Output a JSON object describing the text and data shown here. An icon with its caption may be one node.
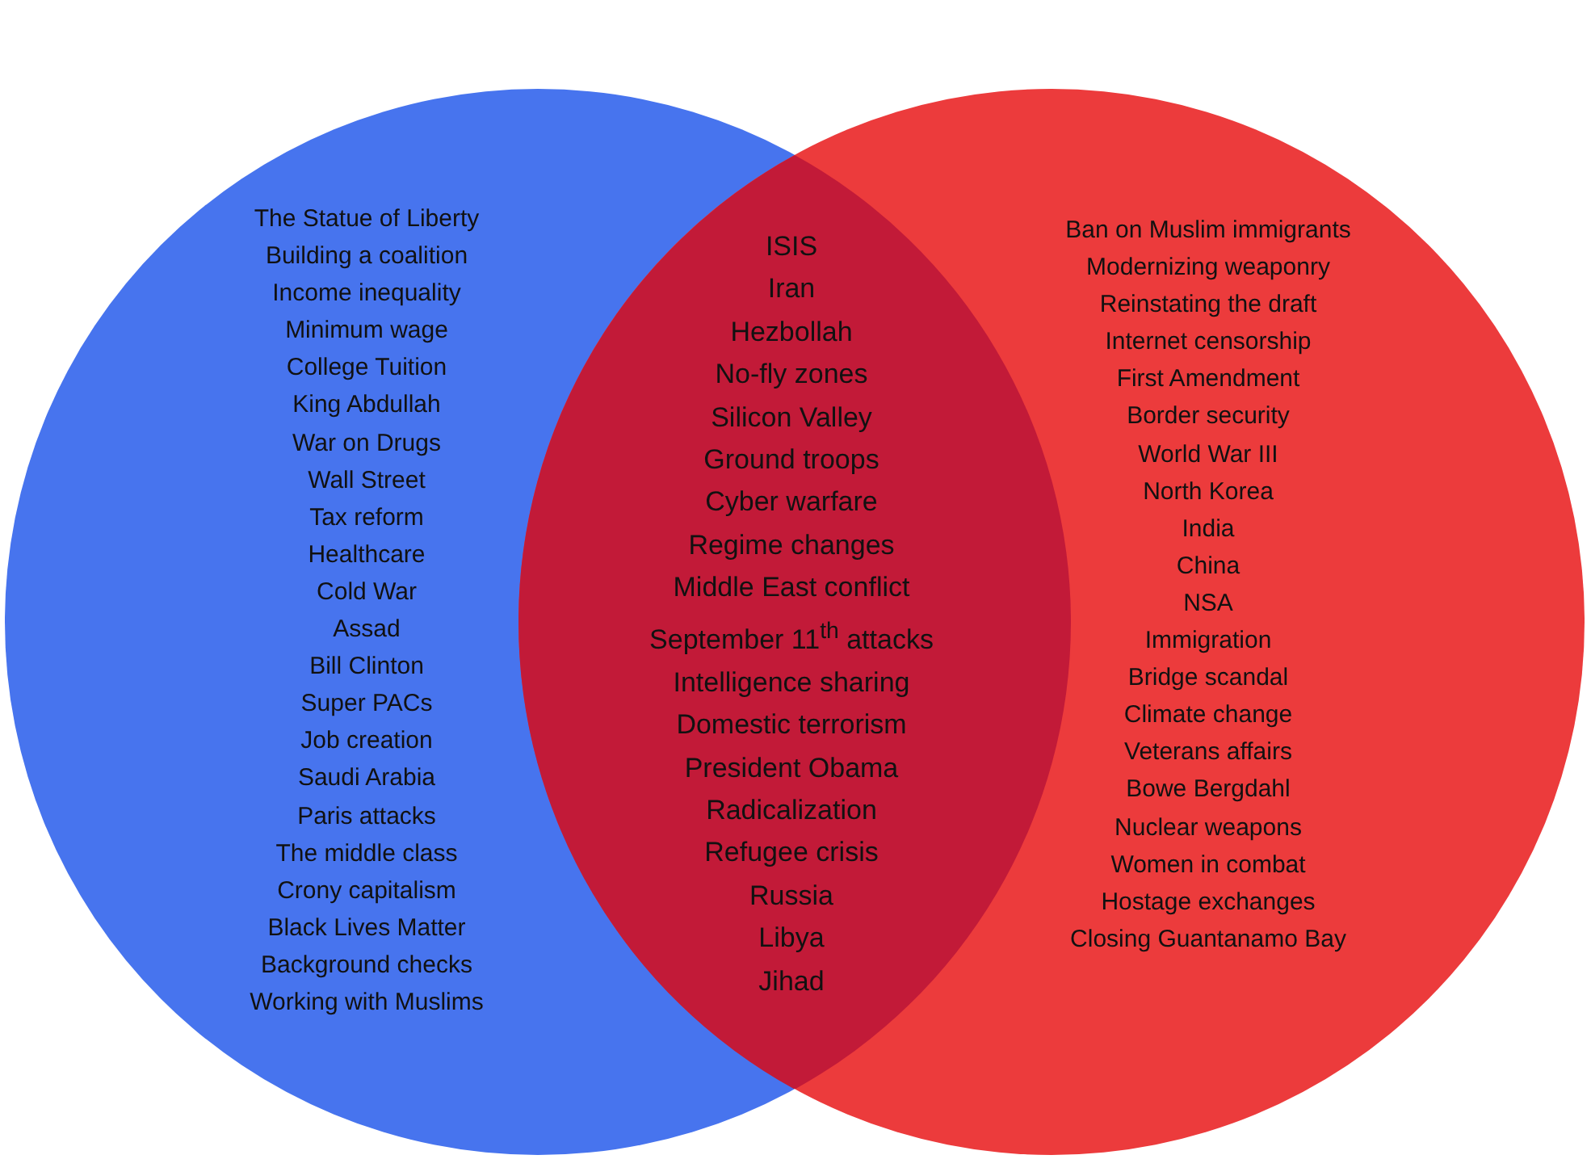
{
  "diagram": {
    "nodes": [
      {
        "text": [
          "The Statue of Liberty",
          "Building a coalition",
          "Income inequality",
          "Minimum wage",
          "College Tuition",
          "King Abdullah",
          "War on Drugs",
          "Wall Street",
          "Tax reform",
          "Healthcare",
          "Cold War",
          "Assad",
          "Bill Clinton",
          "Super PACs",
          "Job creation",
          "Saudi Arabia",
          "Paris attacks",
          "The middle class",
          "Crony capitalism",
          "Black Lives Matter",
          "Background checks",
          "Working with Muslims"
        ]
      },
      {
        "text": [
          "Ban on Muslim immigrants",
          "Modernizing weaponry",
          "Reinstating the draft",
          "Internet censorship",
          "First Amendment",
          "Border security",
          "World War III",
          "North Korea",
          "India",
          "China",
          "NSA",
          "Immigration",
          "Bridge scandal",
          "Climate change",
          "Veterans affairs",
          "Bowe Bergdahl",
          "Nuclear weapons",
          "Women in combat",
          "Hostage exchanges",
          "Closing Guantanamo Bay"
        ]
      },
      {
        "text": [
          "ISIS",
          "Iran",
          "Hezbollah",
          "No-fly zones",
          "Silicon Valley",
          "Ground troops",
          "Cyber warfare",
          "Regime changes",
          "Middle East conflict",
          "September 11$^{th}$ attacks",
          "Intelligence sharing",
          "Domestic terrorism",
          "President Obama",
          "Radicalization",
          "Refugee crisis",
          "Russia",
          "Libya",
          "Jihad"
        ]
      }
    ]
  }
}
